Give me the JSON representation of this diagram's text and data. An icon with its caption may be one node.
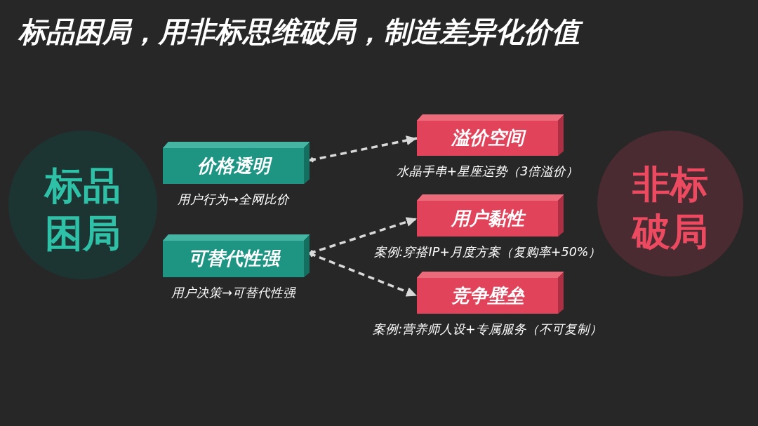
{
  "diagram": {
    "title": "标品困局，用非标思维破局，制造差异化价值",
    "nodes": [
      {
        "text": [
          "标品困局"
        ]
      },
      {
        "text": [
          "价格透明"
        ],
        "beside": [
          "用户行为→全网比价"
        ]
      },
      {
        "text": [
          "可替代性强"
        ],
        "beside": [
          "用户决策→可替代性强"
        ]
      },
      {
        "text": [
          "溢价空间"
        ],
        "beside": [
          "水晶手串+星座运势（3倍溢价）"
        ]
      },
      {
        "text": [
          "用户黏性"
        ],
        "beside": [
          "案例:穿搭IP+月度方案（复购率+50%）"
        ]
      },
      {
        "text": [
          "竞争壁垒"
        ],
        "beside": [
          "案例:营养师人设+专属服务（不可复制）"
        ]
      },
      {
        "text": [
          "非标破局"
        ]
      }
    ],
    "edges": [
      {
        "from": 1,
        "to": 3,
        "arrow": "to",
        "style": "dashed"
      },
      {
        "from": 2,
        "to": 4,
        "arrow": "to",
        "style": "dashed"
      },
      {
        "from": 2,
        "to": 5,
        "arrow": "to",
        "style": "dashed"
      }
    ]
  }
}
